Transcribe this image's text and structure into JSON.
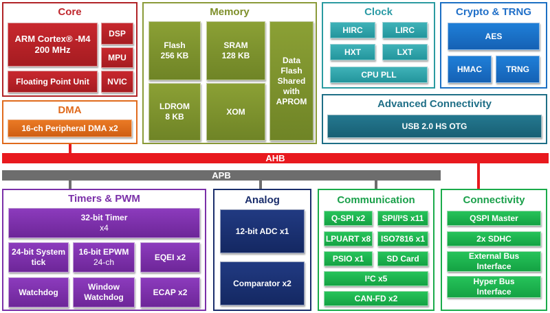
{
  "colors": {
    "core": "#c0272d",
    "memory": "#7e8f2a",
    "clock": "#2a9aa5",
    "crypto": "#1f6fc8",
    "dma": "#e06a1c",
    "advanced": "#1e6e86",
    "timers": "#7a2fa8",
    "analog": "#1a2d6b",
    "communication": "#1aa04a",
    "ahb": "#e8191e",
    "apb": "#6d6d6d"
  },
  "core": {
    "title": "Core",
    "cpu_line1": "ARM Cortex® -M4",
    "cpu_line2": "200 MHz",
    "fpu": "Floating Point Unit",
    "dsp": "DSP",
    "mpu": "MPU",
    "nvic": "NVIC"
  },
  "memory": {
    "title": "Memory",
    "flash_line1": "Flash",
    "flash_line2": "256 KB",
    "sram_line1": "SRAM",
    "sram_line2": "128 KB",
    "ldrom_line1": "LDROM",
    "ldrom_line2": "8 KB",
    "xom": "XOM",
    "df_line1": "Data",
    "df_line2": "Flash",
    "df_line3": "Shared",
    "df_line4": "with",
    "df_line5": "APROM"
  },
  "clock": {
    "title": "Clock",
    "hirc": "HIRC",
    "lirc": "LIRC",
    "hxt": "HXT",
    "lxt": "LXT",
    "pll": "CPU PLL"
  },
  "crypto": {
    "title": "Crypto & TRNG",
    "aes": "AES",
    "hmac": "HMAC",
    "trng": "TRNG"
  },
  "dma": {
    "title": "DMA",
    "pdma": "16-ch Peripheral DMA x2"
  },
  "advanced": {
    "title": "Advanced Connectivity",
    "usb": "USB 2.0 HS OTG"
  },
  "buses": {
    "ahb": "AHB",
    "apb": "APB"
  },
  "timers": {
    "title": "Timers & PWM",
    "timer32_line1": "32-bit Timer",
    "timer32_line2": "x4",
    "systick_line1": "24-bit System",
    "systick_line2": "tick",
    "epwm_line1": "16-bit EPWM",
    "epwm_line2": "24-ch",
    "eqei": "EQEI x2",
    "watchdog": "Watchdog",
    "wwdt_line1": "Window",
    "wwdt_line2": "Watchdog",
    "ecap": "ECAP x2"
  },
  "analog": {
    "title": "Analog",
    "adc": "12-bit ADC x1",
    "comparator": "Comparator x2"
  },
  "communication": {
    "title": "Communication",
    "qspi": "Q-SPI x2",
    "spi_i2s": "SPI/I²S x11",
    "lpuart": "LPUART x8",
    "iso7816": "ISO7816 x1",
    "psio": "PSIO x1",
    "sdcard": "SD Card",
    "i2c": "I²C x5",
    "canfd": "CAN-FD x2"
  },
  "connectivity": {
    "title": "Connectivity",
    "qspi_master": "QSPI Master",
    "sdhc": "2x SDHC",
    "ebi_line1": "External Bus",
    "ebi_line2": "Interface",
    "hbi_line1": "Hyper Bus",
    "hbi_line2": "Interface"
  }
}
